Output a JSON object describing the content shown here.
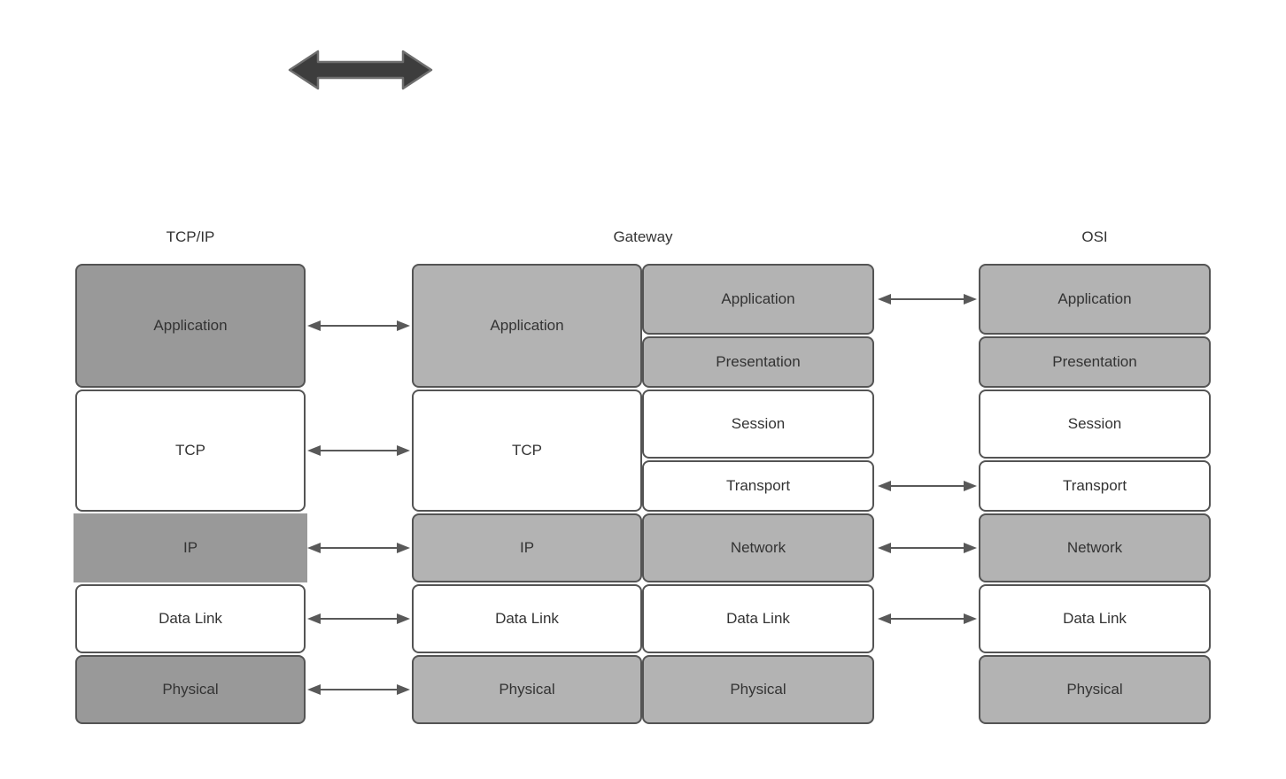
{
  "colors": {
    "background": "#ffffff",
    "dark_gray_fill": "#999999",
    "light_gray_fill": "#b3b3b3",
    "white_fill": "#ffffff",
    "box_border": "#545454",
    "text": "#333333",
    "connector": "#595959",
    "thick_arrow_fill": "#3d3d3d",
    "thick_arrow_stroke": "#6e6e6e"
  },
  "icons": {
    "thick_double_arrow": "double-headed-horizontal-arrow-icon"
  },
  "columns": {
    "tcpip": {
      "header": "TCP/IP",
      "layers": [
        {
          "label": "Application"
        },
        {
          "label": "TCP"
        },
        {
          "label": "IP"
        },
        {
          "label": "Data Link"
        },
        {
          "label": "Physical"
        }
      ]
    },
    "gateway": {
      "header": "Gateway",
      "left_layers": [
        {
          "label": "Application"
        },
        {
          "label": "TCP"
        },
        {
          "label": "IP"
        },
        {
          "label": "Data Link"
        },
        {
          "label": "Physical"
        }
      ],
      "right_layers": [
        {
          "label": "Application"
        },
        {
          "label": "Presentation"
        },
        {
          "label": "Session"
        },
        {
          "label": "Transport"
        },
        {
          "label": "Network"
        },
        {
          "label": "Data Link"
        },
        {
          "label": "Physical"
        }
      ]
    },
    "osi": {
      "header": "OSI",
      "layers": [
        {
          "label": "Application"
        },
        {
          "label": "Presentation"
        },
        {
          "label": "Session"
        },
        {
          "label": "Transport"
        },
        {
          "label": "Network"
        },
        {
          "label": "Data Link"
        },
        {
          "label": "Physical"
        }
      ]
    }
  },
  "connections": {
    "tcpip_to_gateway": [
      "Application",
      "TCP",
      "IP",
      "Data Link",
      "Physical"
    ],
    "gateway_to_osi": [
      "Application",
      "Transport",
      "Network",
      "Data Link"
    ]
  }
}
